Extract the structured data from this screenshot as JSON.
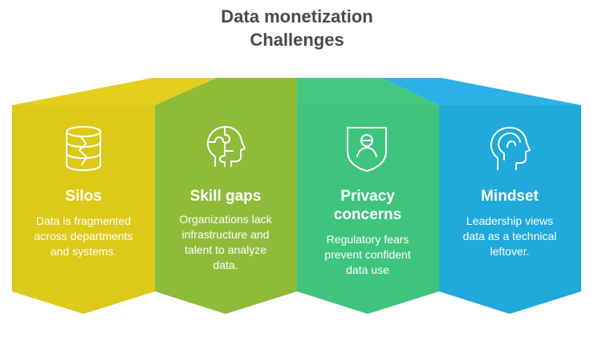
{
  "title": {
    "line1": "Data monetization",
    "line2": "Challenges"
  },
  "cards": [
    {
      "heading": "Silos",
      "description_lines": [
        "Data is fragmented",
        "across departments",
        "and systems."
      ],
      "icon": "database-icon",
      "color": "#DDC918",
      "top_color": "#E5CF1E"
    },
    {
      "heading": "Skill gaps",
      "description_lines": [
        "Organizations lack",
        "infrastructure and",
        "talent to analyze",
        "data."
      ],
      "icon": "puzzle-head-icon",
      "color": "#8EBC3A",
      "top_color": "#8DBC37"
    },
    {
      "heading_lines": [
        "Privacy",
        "concerns"
      ],
      "description_lines": [
        "Regulatory fears",
        "prevent confident",
        "data use"
      ],
      "icon": "shield-user-icon",
      "color": "#3FC47E",
      "top_color": "#43C97F"
    },
    {
      "heading": "Mindset",
      "description_lines": [
        "Leadership views",
        "data as a technical",
        "leftover."
      ],
      "icon": "head-profile-icon",
      "color": "#20A9DB",
      "top_color": "#2BB1E5"
    }
  ]
}
